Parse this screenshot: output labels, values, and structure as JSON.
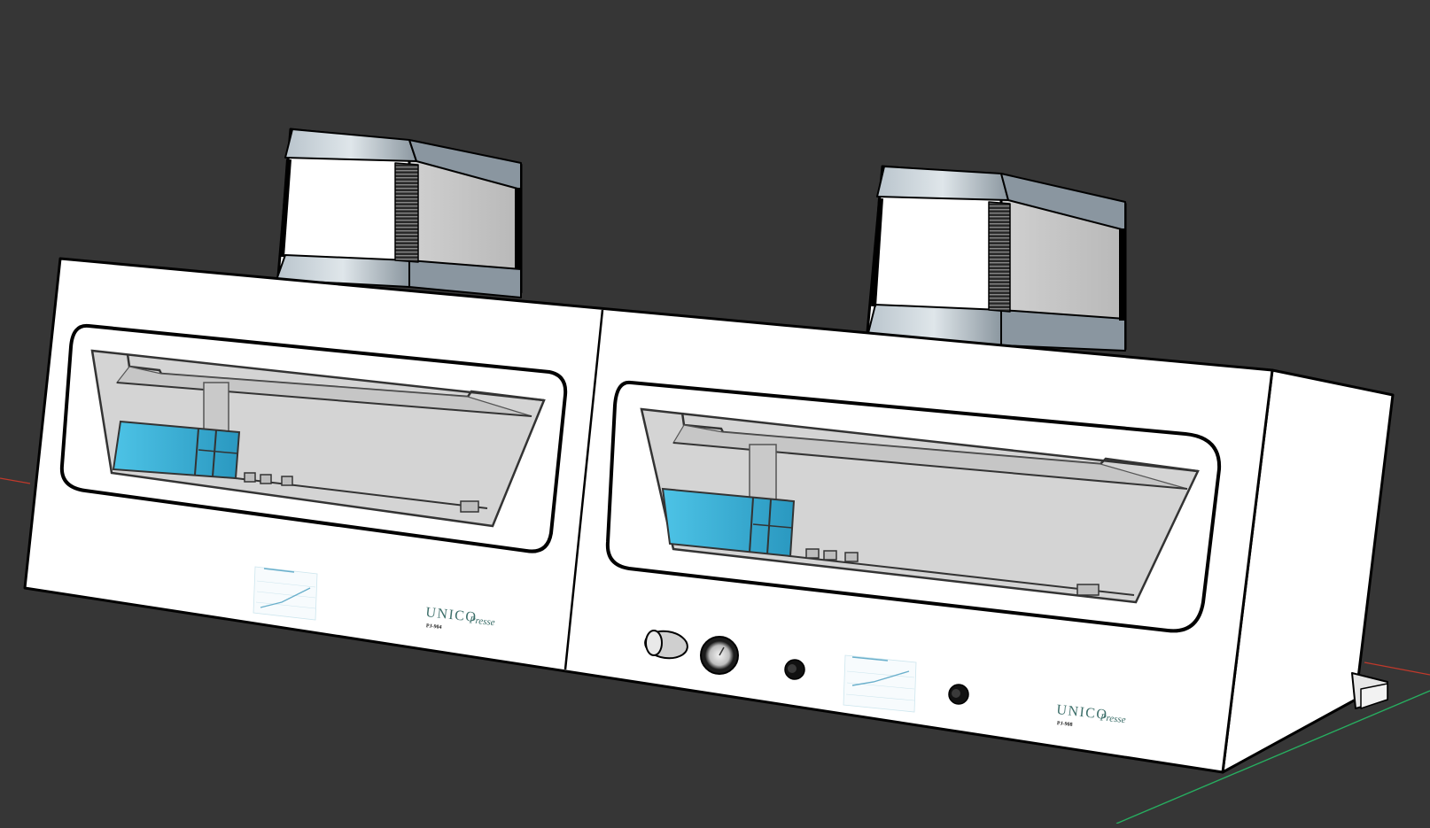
{
  "scene": {
    "background_color": "#363636",
    "body_color": "#ffffff",
    "outline_color": "#000000",
    "window_interior_color": "#d4d4d4",
    "cartridge_color": "#3fb2d4",
    "motor_cap_color": "#9aa7b1",
    "axis_x_color": "#c0392b",
    "axis_y_color": "#27ae60"
  },
  "left_unit": {
    "brand": "UNICO",
    "brand_script": "Presse",
    "model": "PJ-904",
    "graph_icon": "chart-graphic"
  },
  "right_unit": {
    "brand": "UNICO",
    "brand_script": "Presse",
    "model": "PJ-908",
    "controls": [
      "knob-icon",
      "pressure-gauge-icon",
      "button-icon",
      "button-icon"
    ],
    "graph_icon": "chart-graphic"
  }
}
